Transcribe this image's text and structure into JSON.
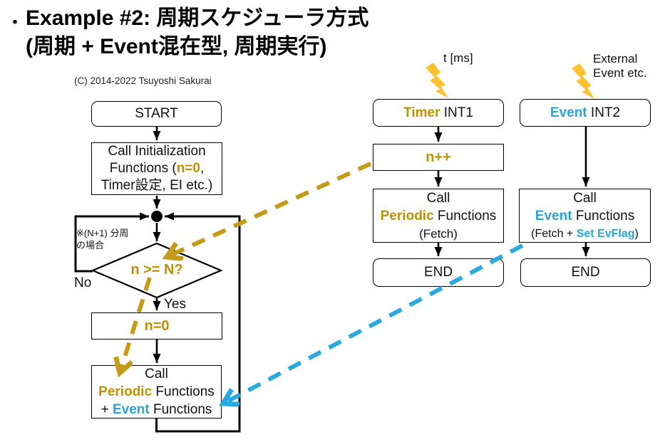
{
  "title": {
    "bullet": "・",
    "line1": "Example #2: 周期スケジューラ方式",
    "line2": "(周期 + Event混在型, 周期実行)"
  },
  "copyright": "(C) 2014-2022 Tsuyoshi Sakurai",
  "annotations": {
    "t_ms": "t [ms]",
    "external_event": "External\nEvent etc.",
    "divider_note": "※(N+1) 分周\n の場合",
    "no_label": "No",
    "yes_label": "Yes"
  },
  "colors": {
    "gold": "#BF9000",
    "blue": "#29A3DC",
    "gold_dash": "#C49A16",
    "blue_dash": "#29A9E2",
    "bolt_yellow": "#FFC12E",
    "line_black": "#000000"
  },
  "left": {
    "start": "START",
    "init": {
      "line1": "Call Initialization",
      "line2_pre": "Functions (",
      "line2_hl": "n=0",
      "line2_post": ",",
      "line3": "Timer設定, EI etc.)"
    },
    "decision": "n >= N?",
    "nzero": "n=0",
    "call_pe": {
      "line1": "Call",
      "line2_hl": "Periodic",
      "line2_post": " Functions",
      "line3_pre": "+ ",
      "line3_hl": "Event",
      "line3_post": " Functions"
    }
  },
  "middle": {
    "timer_int": {
      "hl": "Timer",
      "rest": " INT1"
    },
    "npp": "n++",
    "call_periodic": {
      "line1": "Call",
      "line2_hl": "Periodic",
      "line2_post": " Functions",
      "line3": "(Fetch)"
    },
    "end": "END"
  },
  "right": {
    "event_int": {
      "hl": "Event",
      "rest": " INT2"
    },
    "call_event": {
      "line1": "Call",
      "line2_hl": "Event",
      "line2_post": " Functions",
      "line3_pre": "(Fetch + ",
      "line3_hl": "Set EvFlag",
      "line3_post": ")"
    },
    "end": "END"
  }
}
